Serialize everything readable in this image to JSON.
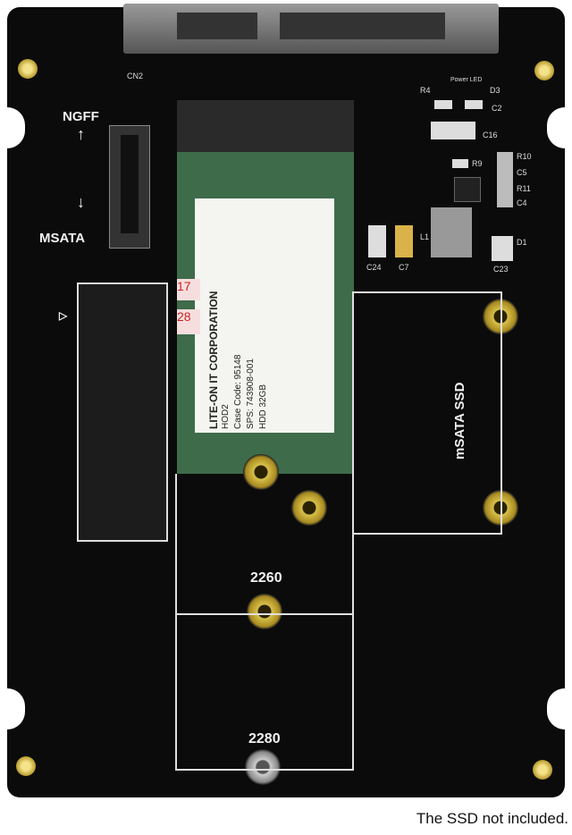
{
  "board": {
    "switch_top_label": "NGFF",
    "switch_bottom_label": "MSATA",
    "msata_label": "mSATA SSD",
    "size_2260": "2260",
    "size_2280": "2280",
    "silkscreen": {
      "cn2": "CN2",
      "r4": "R4",
      "d3": "D3",
      "power_led": "Power LED",
      "c2": "C2",
      "c16": "C16",
      "r10": "R10",
      "c5": "C5",
      "r11": "R11",
      "c4": "C4",
      "r9": "R9",
      "c24": "C24",
      "c7": "C7",
      "l1": "L1",
      "d1": "D1",
      "c23": "C23"
    }
  },
  "ssd_label": {
    "brand": "LITE-ON IT CORPORATION",
    "line1": "HOD2",
    "line2": "Case Code: 95148",
    "line3": "SPS: 743908-001",
    "line4": "HDD 32GB",
    "sticker1": "17",
    "sticker2": "28"
  },
  "caption": "The SSD not included."
}
